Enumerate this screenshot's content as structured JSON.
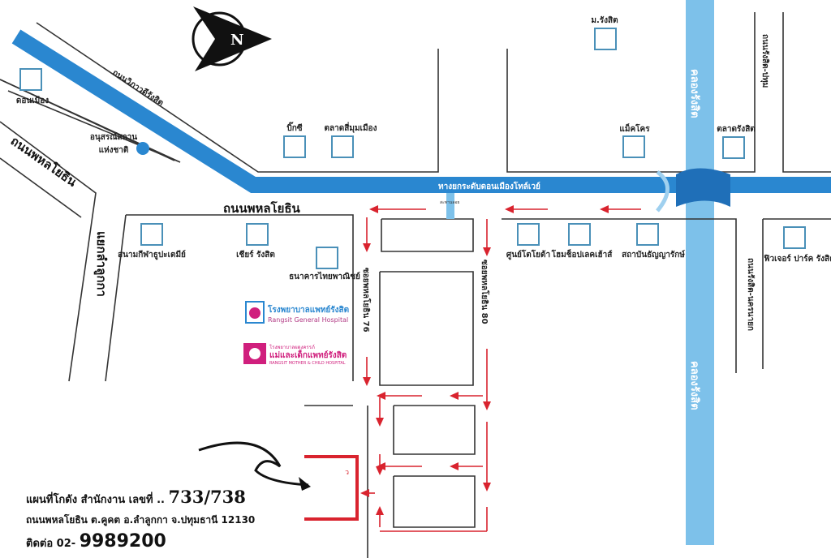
{
  "compass": {
    "letter": "N"
  },
  "roads": {
    "vibhavadi": "ถนนวิภาวดีรังสิต",
    "phahon_diag": "ถนนพหลโยธิน",
    "phahon_main": "ถนนพหลโยธิน",
    "tollway": "ทางยกระดับดอนเมืองโทล์เวย์",
    "tollway_sub": "สะพานลอย",
    "lamlukka": "แยกลำลูกกา",
    "soi76": "ซอยพหลโยธิน 76",
    "soi80": "ซอยพหลโยธิน 80",
    "rangsit_pathum": "ถนนรังสิต-ปทุม",
    "rangsit_nakhonnayok": "ถนนรังสิต-นครนายก",
    "khlong_top": "คลองรังสิต",
    "khlong_bottom": "คลองรังสิต"
  },
  "places": {
    "donmueang": "ดอนเมือง",
    "monument_1": "อนุสรณ์สถาน",
    "monument_2": "แห่งชาติ",
    "bigc": "บิ๊กซี",
    "simummuang": "ตลาดสี่มุมเมือง",
    "rsu": "ม.รังสิต",
    "makro": "แม็คโคร",
    "rangsit_market": "ตลาดรังสิต",
    "stadium": "สนามกีฬาธูปะเตมีย์",
    "zeer": "เชียร์ รังสิต",
    "scb": "ธนาคารไทยพาณิชย์",
    "toyota": "ศูนย์โตโยต้า",
    "homeshop": "โฮมช็อปเลคเฮ้าส์",
    "thanyarak": "สถาบันธัญญารักษ์",
    "futurepark": "ฟิวเจอร์ ปาร์ค รังสิต",
    "hospital1_th": "โรงพยาบาลแพทย์รังสิต",
    "hospital1_en": "Rangsit General Hospital",
    "hospital2_top": "โรงพยาบาลผดุงครรภ์",
    "hospital2_th": "แม่และเด็กแพทย์รังสิต",
    "hospital2_en": "RANGSIT MOTHER & CHILD HOSPITAL"
  },
  "address": {
    "line1_prefix": "แผนที่โกดัง สำนักงาน เลขที่ ..",
    "number": "733/738",
    "line2": "ถนนพหลโยธิน  ต.คูคต อ.ลำลูกกา จ.ปทุมธานี 12130",
    "contact_prefix": "ติดต่อ 02-",
    "phone": "9989200"
  },
  "colors": {
    "expressway": "#2a87d0",
    "canal": "#7dc1ea",
    "route": "#d9232e"
  }
}
